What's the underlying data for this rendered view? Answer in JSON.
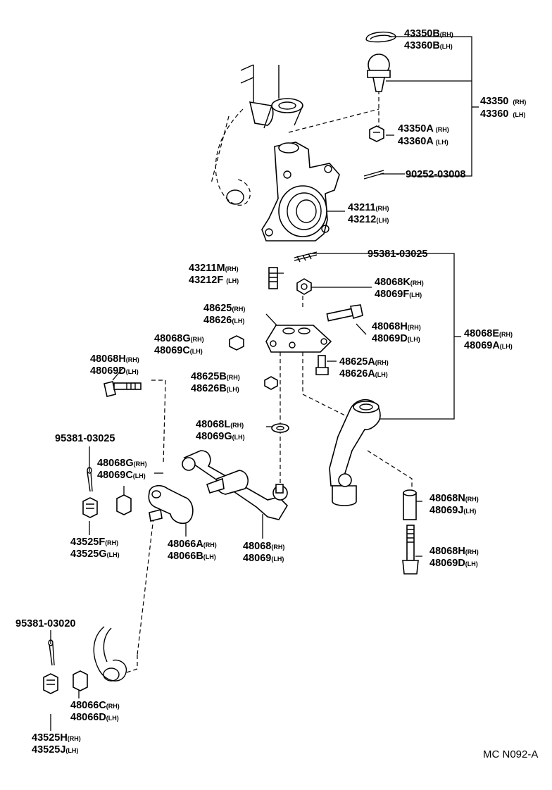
{
  "diagram_code": "MC N092-A",
  "labels": {
    "l43350B": {
      "pn": [
        "43350B",
        "43360B"
      ],
      "sfx": [
        "(RH)",
        "(LH)"
      ]
    },
    "l43350": {
      "pn": [
        "43350",
        "43360"
      ],
      "sfx": [
        "(RH)",
        "(LH)"
      ]
    },
    "l43350A": {
      "pn": [
        "43350A",
        "43360A"
      ],
      "sfx": [
        "(RH)",
        "(LH)"
      ]
    },
    "l90252": {
      "pn": [
        "90252-03008"
      ],
      "sfx": []
    },
    "l43211": {
      "pn": [
        "43211",
        "43212"
      ],
      "sfx": [
        "(RH)",
        "(LH)"
      ]
    },
    "l95381a": {
      "pn": [
        "95381-03025"
      ],
      "sfx": []
    },
    "l43211M": {
      "pn": [
        "43211M",
        "43212F"
      ],
      "sfx": [
        "(RH)",
        "(LH)"
      ]
    },
    "l48068K": {
      "pn": [
        "48068K",
        "48069F"
      ],
      "sfx": [
        "(RH)",
        "(LH)"
      ]
    },
    "l48625": {
      "pn": [
        "48625",
        "48626"
      ],
      "sfx": [
        "(RH)",
        "(LH)"
      ]
    },
    "l48068Ha": {
      "pn": [
        "48068H",
        "48069D"
      ],
      "sfx": [
        "(RH)",
        "(LH)"
      ]
    },
    "l48068E": {
      "pn": [
        "48068E",
        "48069A"
      ],
      "sfx": [
        "(RH)",
        "(LH)"
      ]
    },
    "l48068Ga": {
      "pn": [
        "48068G",
        "48069C"
      ],
      "sfx": [
        "(RH)",
        "(LH)"
      ]
    },
    "l48068Hb": {
      "pn": [
        "48068H",
        "48069D"
      ],
      "sfx": [
        "(RH)",
        "(LH)"
      ]
    },
    "l48625A": {
      "pn": [
        "48625A",
        "48626A"
      ],
      "sfx": [
        "(RH)",
        "(LH)"
      ]
    },
    "l48625B": {
      "pn": [
        "48625B",
        "48626B"
      ],
      "sfx": [
        "(RH)",
        "(LH)"
      ]
    },
    "l95381b": {
      "pn": [
        "95381-03025"
      ],
      "sfx": []
    },
    "l48068L": {
      "pn": [
        "48068L",
        "48069G"
      ],
      "sfx": [
        "(RH)",
        "(LH)"
      ]
    },
    "l48068Gb": {
      "pn": [
        "48068G",
        "48069C"
      ],
      "sfx": [
        "(RH)",
        "(LH)"
      ]
    },
    "l48068N": {
      "pn": [
        "48068N",
        "48069J"
      ],
      "sfx": [
        "(RH)",
        "(LH)"
      ]
    },
    "l43525F": {
      "pn": [
        "43525F",
        "43525G"
      ],
      "sfx": [
        "(RH)",
        "(LH)"
      ]
    },
    "l48066A": {
      "pn": [
        "48066A",
        "48066B"
      ],
      "sfx": [
        "(RH)",
        "(LH)"
      ]
    },
    "l48068": {
      "pn": [
        "48068",
        "48069"
      ],
      "sfx": [
        "(RH)",
        "(LH)"
      ]
    },
    "l48068Hc": {
      "pn": [
        "48068H",
        "48069D"
      ],
      "sfx": [
        "(RH)",
        "(LH)"
      ]
    },
    "l95381c": {
      "pn": [
        "95381-03020"
      ],
      "sfx": []
    },
    "l48066C": {
      "pn": [
        "48066C",
        "48066D"
      ],
      "sfx": [
        "(RH)",
        "(LH)"
      ]
    },
    "l43525H": {
      "pn": [
        "43525H",
        "43525J"
      ],
      "sfx": [
        "(RH)",
        "(LH)"
      ]
    }
  }
}
